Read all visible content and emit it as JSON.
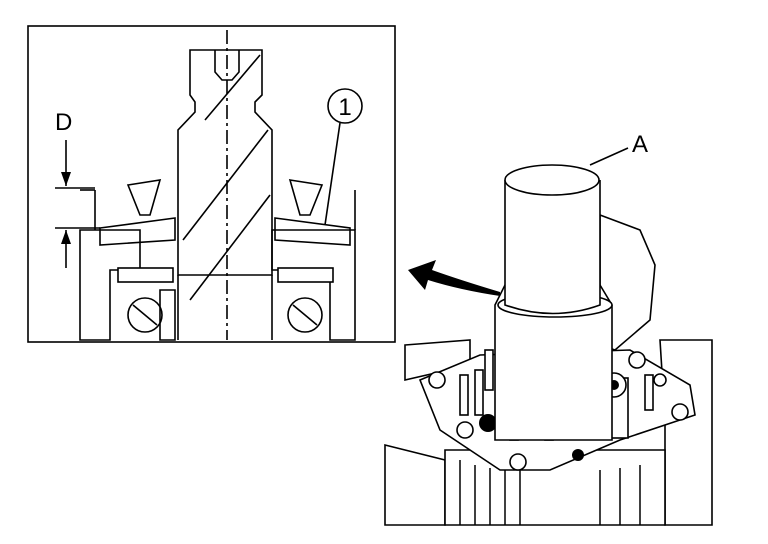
{
  "labels": {
    "dimension": "D",
    "callout_number": "1",
    "tool_label": "A"
  },
  "colors": {
    "line": "#000000",
    "background": "#ffffff"
  }
}
